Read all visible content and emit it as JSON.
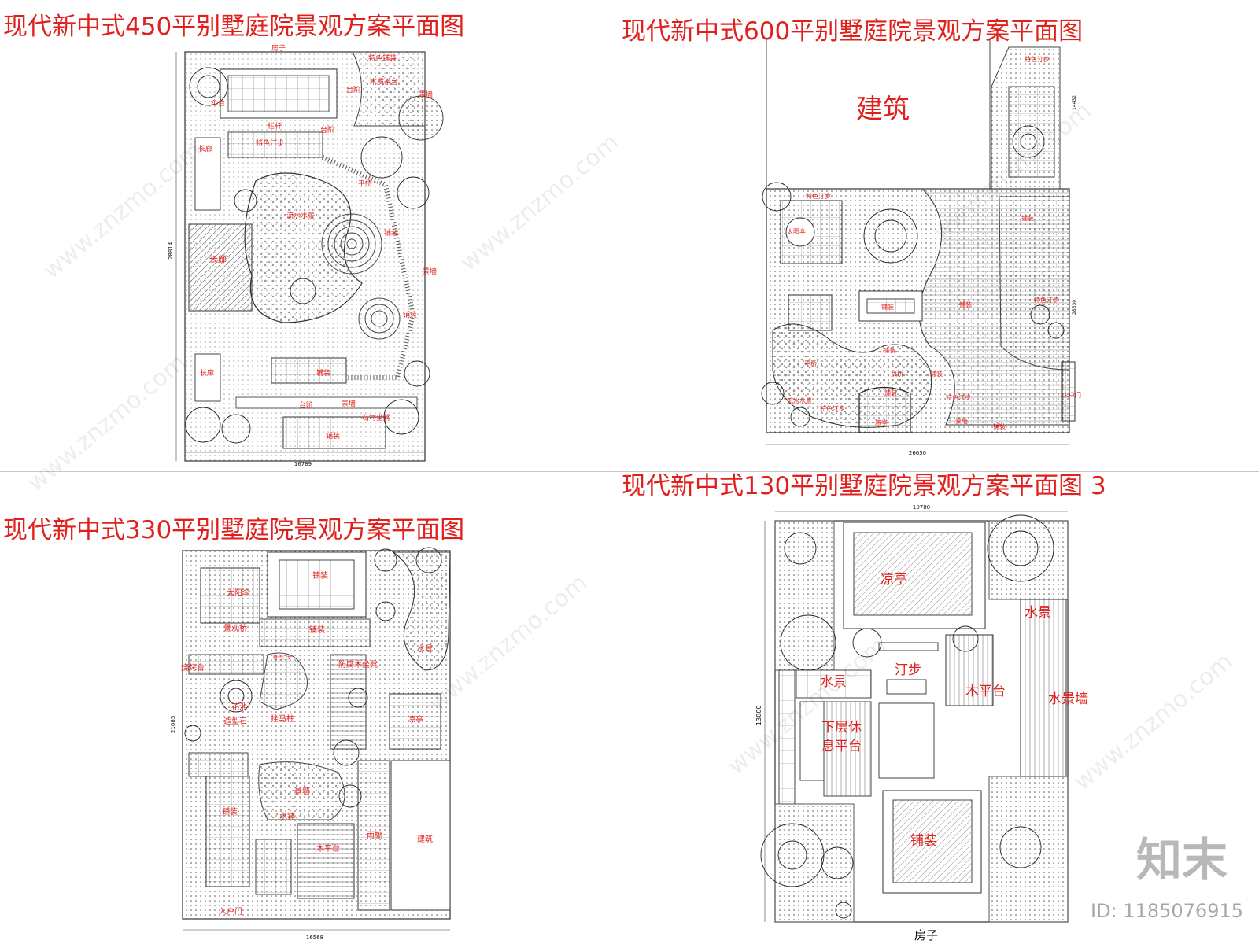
{
  "watermark": {
    "site": "www.znzmo.com",
    "brand": "知末",
    "id": "ID: 1185076915"
  },
  "plan_450": {
    "title": "现代新中式450平别墅庭院景观方案平面图",
    "labels": {
      "house": "房子",
      "feature_paving_top": "特色铺装",
      "wood_tea": "木质茶台",
      "steps_a": "台阶",
      "landscape_wall_a": "景墙",
      "railing": "栏杆",
      "steps_b": "台阶",
      "umbrella": "伞台",
      "feature_stepping": "特色汀步",
      "corridor_a": "长廊",
      "bridge": "平桥",
      "water": "流水水景",
      "paving_a": "铺装",
      "corridor_b": "长廊",
      "landscape_wall_b": "景墙",
      "paving_b": "铺装",
      "corridor_c": "长廊",
      "paving_c": "铺装",
      "landscape_wall_c": "景墙",
      "steps_c": "台阶",
      "stone_seat": "石材坐凳",
      "paving_d": "铺装"
    },
    "dims": {
      "width": "16789",
      "height": "28814"
    }
  },
  "plan_600": {
    "title": "现代新中式600平别墅庭院景观方案平面图",
    "labels": {
      "building": "建筑",
      "stepping_top": "特色汀步",
      "sun_umbrella": "太阳伞",
      "paving_a": "铺装",
      "paving_b": "铺装",
      "paving_c": "铺装",
      "paving_d": "铺装",
      "stepping_b": "特色汀步",
      "bridge": "平桥",
      "paving_e": "铺装",
      "arch_bridge": "拱桥",
      "paving_f": "铺装",
      "water": "流水水景",
      "stepping_c": "特色汀步",
      "pavilion": "凉亭",
      "stepping_d": "特色汀步",
      "landscape_wall": "景墙",
      "entrance": "入户门",
      "paving_g": "铺装"
    },
    "dims": {
      "width": "26650",
      "height": "28530",
      "top_height": "14432"
    }
  },
  "plan_330": {
    "title": "现代新中式330平别墅庭院景观方案平面图",
    "labels": {
      "paving_a": "铺装",
      "sun_umbrella": "太阳伞",
      "landscape_bridge": "景观桥",
      "paving_b": "铺装",
      "water_a": "水景",
      "feature_stepping": "特色汀步",
      "bbq": "烧烤台",
      "wood_seat": "防腐木坐凳",
      "plant_bed": "花池",
      "rockery": "造型石",
      "hitching_post": "拴马柱",
      "pavilion": "凉亭",
      "landscape_wall": "景墙",
      "paving_c": "铺装",
      "water_b": "水钵",
      "canopy": "雨棚",
      "building": "建筑",
      "wood_deck": "木平台",
      "entrance": "入户门"
    },
    "dims": {
      "width": "16568",
      "height": "21085"
    }
  },
  "plan_130": {
    "title": "现代新中式130平别墅庭院景观方案平面图",
    "title_suffix": "3",
    "labels": {
      "pavilion": "凉亭",
      "water_a": "水景",
      "water_b": "水景",
      "stepping": "汀步",
      "wood_deck": "木平台",
      "water_wall": "水景墙",
      "rest_platform_1": "下层休",
      "rest_platform_2": "息平台",
      "paving": "铺装",
      "house": "房子"
    },
    "dims": {
      "width": "10780",
      "height": "13000"
    }
  }
}
